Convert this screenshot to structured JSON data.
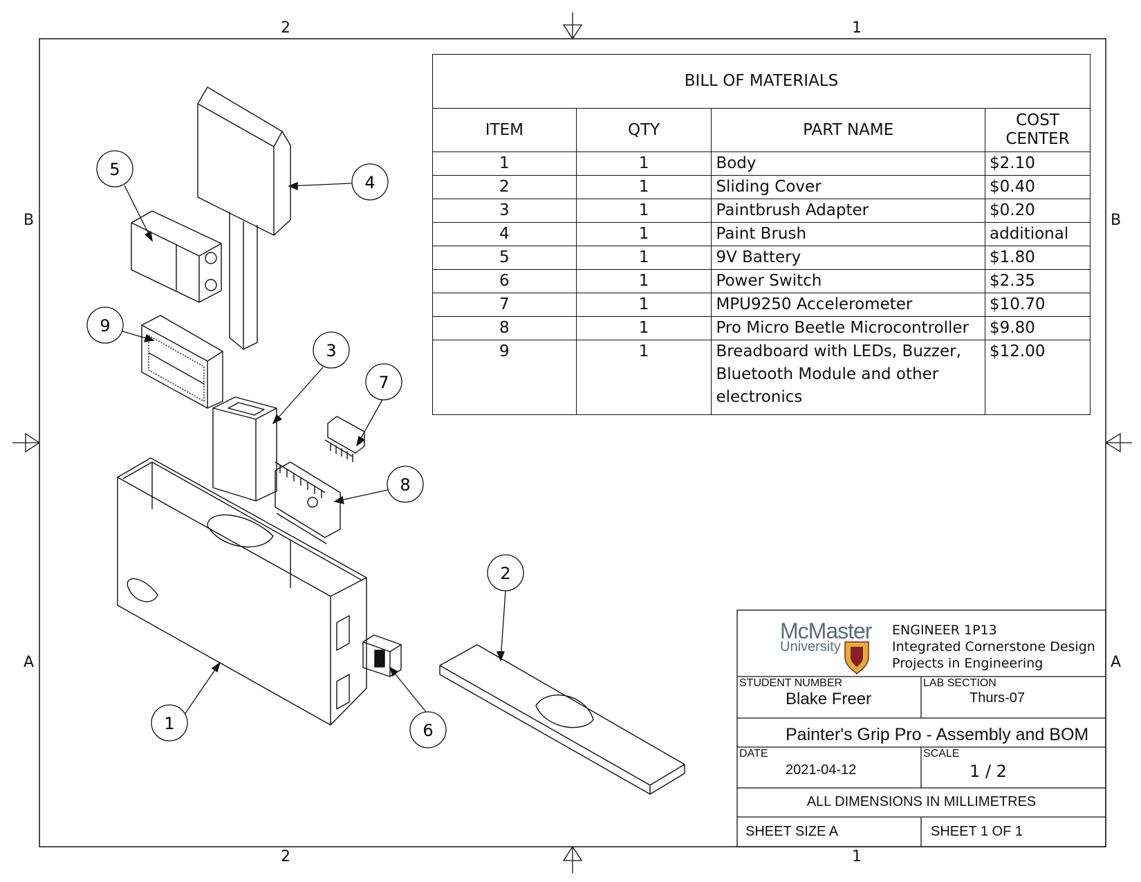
{
  "zones": {
    "top_left": "2",
    "top_right": "1",
    "bottom_left": "2",
    "bottom_right": "1",
    "left_upper": "B",
    "left_lower": "A",
    "right_upper": "B",
    "right_lower": "A"
  },
  "bom": {
    "title": "BILL OF MATERIALS",
    "headers": {
      "item": "ITEM",
      "qty": "QTY",
      "part": "PART NAME",
      "cost_line1": "COST",
      "cost_line2": "CENTER"
    },
    "rows": [
      {
        "item": "1",
        "qty": "1",
        "part": "Body",
        "cost": "$2.10"
      },
      {
        "item": "2",
        "qty": "1",
        "part": "Sliding Cover",
        "cost": "$0.40"
      },
      {
        "item": "3",
        "qty": "1",
        "part": "Paintbrush Adapter",
        "cost": "$0.20"
      },
      {
        "item": "4",
        "qty": "1",
        "part": "Paint Brush",
        "cost": "additional"
      },
      {
        "item": "5",
        "qty": "1",
        "part": "9V Battery",
        "cost": "$1.80"
      },
      {
        "item": "6",
        "qty": "1",
        "part": "Power Switch",
        "cost": "$2.35"
      },
      {
        "item": "7",
        "qty": "1",
        "part": "MPU9250 Accelerometer",
        "cost": "$10.70"
      },
      {
        "item": "8",
        "qty": "1",
        "part": "Pro Micro Beetle Microcontroller",
        "cost": "$9.80"
      },
      {
        "item": "9",
        "qty": "1",
        "part_line1": "Breadboard with LEDs, Buzzer,",
        "part_line2": "Bluetooth Module and other",
        "part_line3": "electronics",
        "cost": "$12.00"
      }
    ]
  },
  "balloons": [
    "1",
    "2",
    "3",
    "4",
    "5",
    "6",
    "7",
    "8",
    "9"
  ],
  "title_block": {
    "logo_line1": "McMaster",
    "logo_line2": "University",
    "course_line1": "ENGINEER 1P13",
    "course_line2": "Integrated Cornerstone Design",
    "course_line3": "Projects in Engineering",
    "student_number_label": "STUDENT NUMBER",
    "student_number_value": "Blake Freer",
    "lab_section_label": "LAB SECTION",
    "lab_section_value": "Thurs-07",
    "drawing_title": "Painter's Grip Pro - Assembly and BOM",
    "date_label": "DATE",
    "date_value": "2021-04-12",
    "scale_label": "SCALE",
    "scale_value": "1 / 2",
    "dimensions_note": "ALL DIMENSIONS IN MILLIMETRES",
    "sheet_size": "SHEET SIZE A",
    "sheet_number": "SHEET 1 OF 1"
  },
  "colors": {
    "ink": "#111111",
    "logo_grey": "#5b6b7c",
    "crest_gold": "#e0b030",
    "crest_red": "#8a1c2b"
  }
}
